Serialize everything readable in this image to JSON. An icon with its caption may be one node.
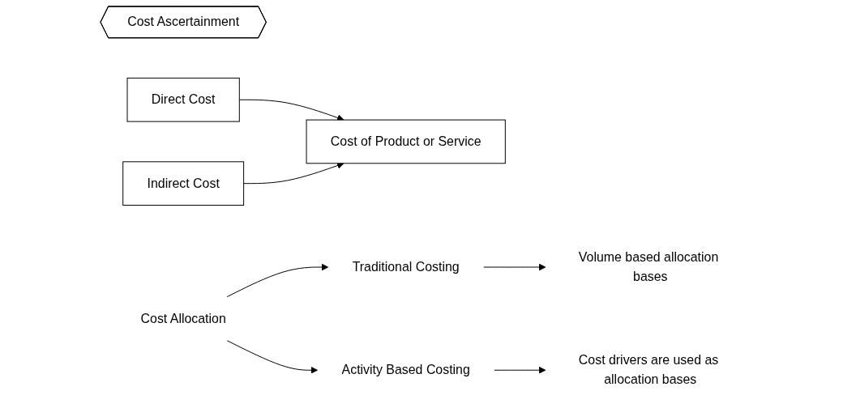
{
  "diagram": {
    "nodes": [
      {
        "text": [
          "Cost Ascertainment"
        ]
      },
      {
        "text": [
          "Direct Cost"
        ]
      },
      {
        "text": [
          "Indirect Cost"
        ]
      },
      {
        "text": [
          "Cost of Product or Service"
        ]
      },
      {
        "text": [
          "Cost Allocation"
        ]
      },
      {
        "text": [
          "Traditional Costing"
        ]
      },
      {
        "text": [
          "Activity Based Costing"
        ]
      },
      {
        "text": [
          "Volume based allocation bases"
        ]
      },
      {
        "text": [
          "Cost drivers are used as allocation bases"
        ]
      }
    ],
    "edges": [
      {
        "from": 1,
        "to": 3,
        "arrow": "to"
      },
      {
        "from": 2,
        "to": 3,
        "arrow": "to"
      },
      {
        "from": 4,
        "to": 5,
        "arrow": "to"
      },
      {
        "from": 4,
        "to": 6,
        "arrow": "to"
      },
      {
        "from": 5,
        "to": 7,
        "arrow": "to"
      },
      {
        "from": 6,
        "to": 8,
        "arrow": "to"
      }
    ]
  }
}
